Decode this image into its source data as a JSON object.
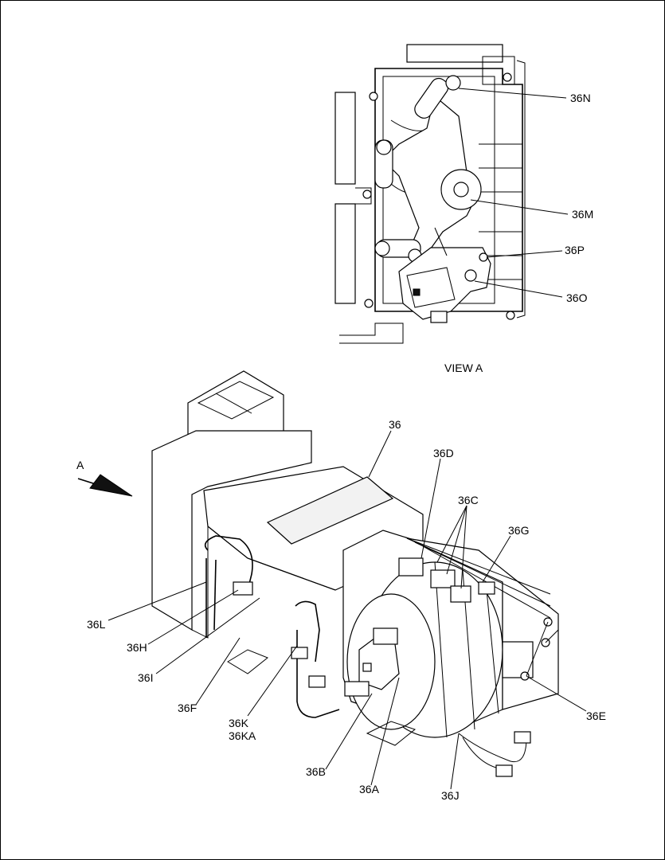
{
  "view_caption": "VIEW  A",
  "arrow_label": "A",
  "callouts": {
    "c36": "36",
    "c36A": "36A",
    "c36B": "36B",
    "c36C": "36C",
    "c36D": "36D",
    "c36E": "36E",
    "c36F": "36F",
    "c36G": "36G",
    "c36H": "36H",
    "c36I": "36I",
    "c36J": "36J",
    "c36K": "36K",
    "c36KA": "36KA",
    "c36L": "36L",
    "c36M": "36M",
    "c36N": "36N",
    "c36O": "36O",
    "c36P": "36P"
  }
}
